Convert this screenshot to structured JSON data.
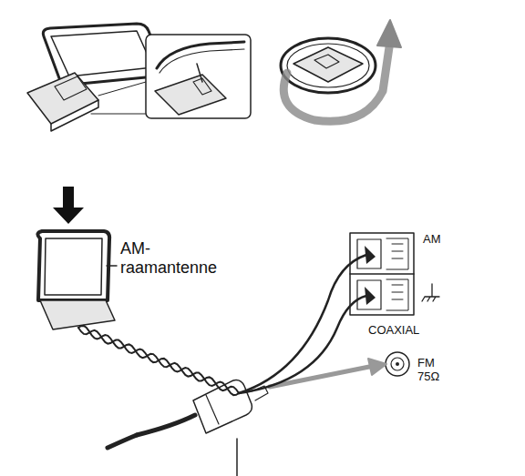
{
  "diagram": {
    "labels": [
      "AM- raamantenne",
      "AM",
      "COAXIAL",
      "FM 75Ω"
    ]
  }
}
